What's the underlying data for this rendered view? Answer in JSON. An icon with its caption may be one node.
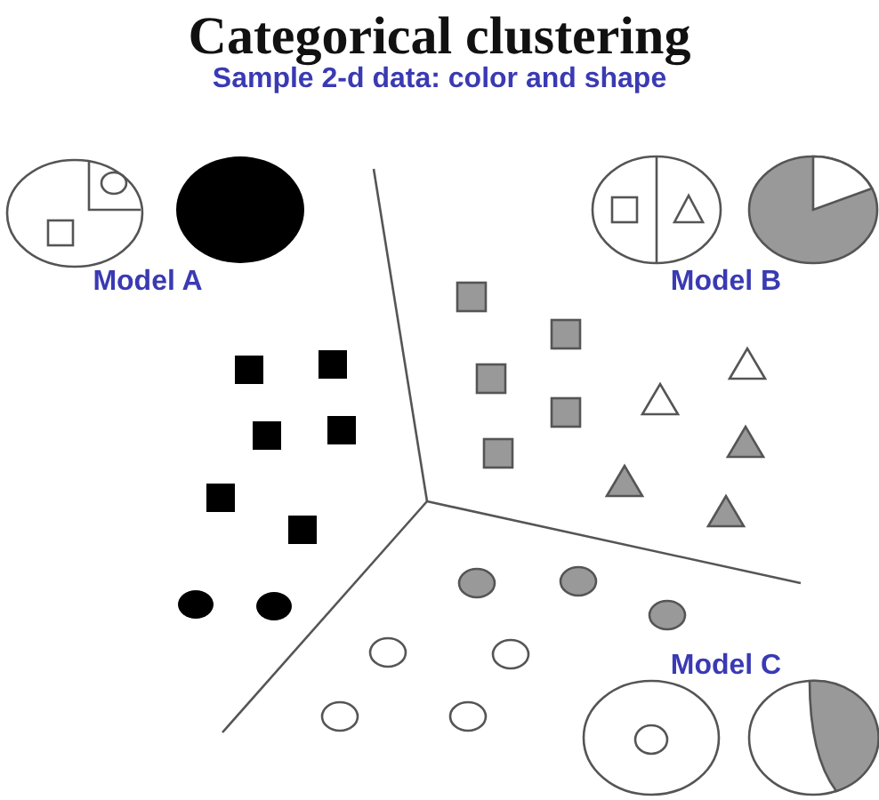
{
  "diagram": {
    "title": "Categorical clustering",
    "labels": [
      "Sample 2-d data: color and shape",
      "Model A",
      "Model B",
      "Model C"
    ]
  }
}
